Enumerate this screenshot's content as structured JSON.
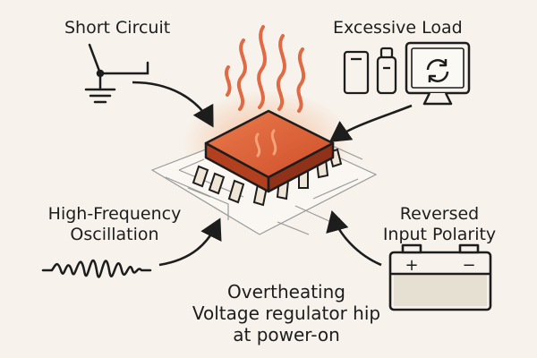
{
  "labels": {
    "short_circuit": "Short Circuit",
    "excessive_load": "Excessive Load",
    "hf_line1": "High-Frequency",
    "hf_line2": "Oscillation",
    "rev_line1": "Reversed",
    "rev_line2": "Input Polarity",
    "main_line1": "Overtheating",
    "main_line2": "Voltage regulator hip",
    "main_line3": "at power-on"
  },
  "battery": {
    "plus": "+",
    "minus": "−"
  },
  "colors": {
    "chip_top": "#e0603a",
    "chip_side": "#b2401f",
    "heat": "#df6a43",
    "glow": "#f5b28a",
    "ink": "#1d1d1d",
    "battery_fill": "#e6e0d3",
    "pin": "#efe6d8"
  },
  "icons": [
    "heat-waves-icon",
    "ground-symbol-icon",
    "appliance-icon",
    "monitor-refresh-icon",
    "sine-wave-icon",
    "battery-icon",
    "regulator-chip-icon"
  ]
}
